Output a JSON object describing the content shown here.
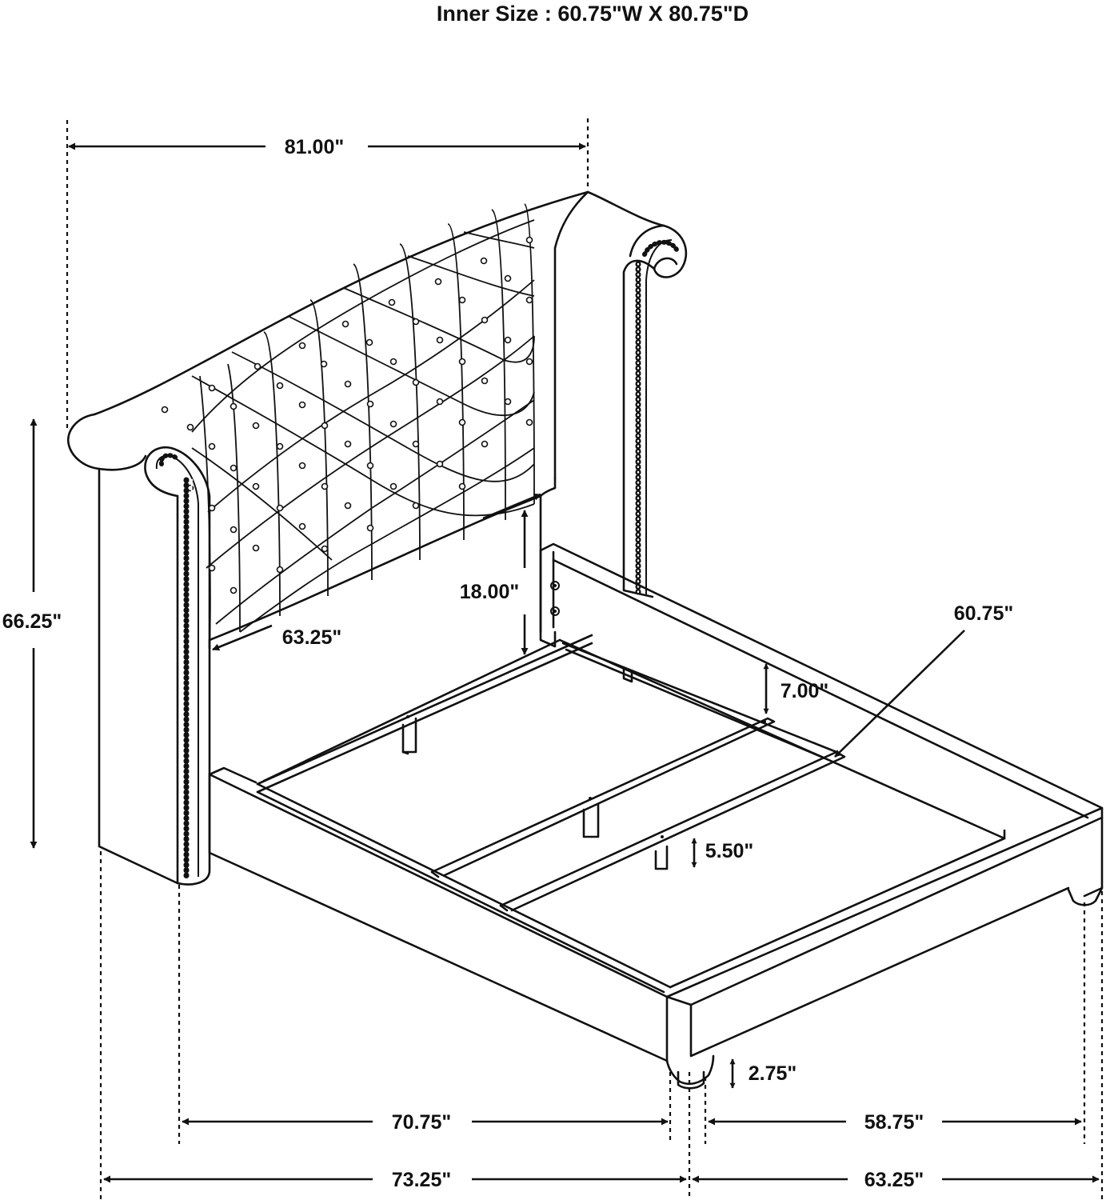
{
  "title": "Inner Size : 60.75\"W X 80.75\"D",
  "dimensions": {
    "overall_width": "81.00\"",
    "headboard_height": "66.25\"",
    "headboard_inner_width": "63.25\"",
    "headboard_clearance": "18.00\"",
    "rail_height": "7.00\"",
    "inner_width": "60.75\"",
    "slat_leg_height": "5.50\"",
    "leg_height": "2.75\"",
    "inner_length": "70.75\"",
    "inner_width_bottom": "58.75\"",
    "overall_length": "73.25\"",
    "overall_width_bottom": "63.25\""
  }
}
